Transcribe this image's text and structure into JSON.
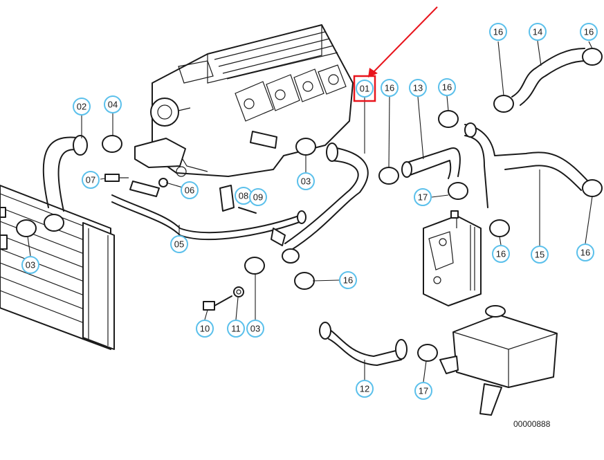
{
  "diagram_id": "00000888",
  "highlight": {
    "color": "#e8141c",
    "part": "01"
  },
  "callout_color": "#5bc0eb",
  "callouts": [
    {
      "label": "01"
    },
    {
      "label": "02"
    },
    {
      "label": "03"
    },
    {
      "label": "03"
    },
    {
      "label": "03"
    },
    {
      "label": "04"
    },
    {
      "label": "05"
    },
    {
      "label": "06"
    },
    {
      "label": "07"
    },
    {
      "label": "08"
    },
    {
      "label": "09"
    },
    {
      "label": "10"
    },
    {
      "label": "11"
    },
    {
      "label": "12"
    },
    {
      "label": "13"
    },
    {
      "label": "14"
    },
    {
      "label": "15"
    },
    {
      "label": "16"
    },
    {
      "label": "16"
    },
    {
      "label": "16"
    },
    {
      "label": "16"
    },
    {
      "label": "16"
    },
    {
      "label": "16"
    },
    {
      "label": "16"
    },
    {
      "label": "17"
    },
    {
      "label": "17"
    }
  ]
}
